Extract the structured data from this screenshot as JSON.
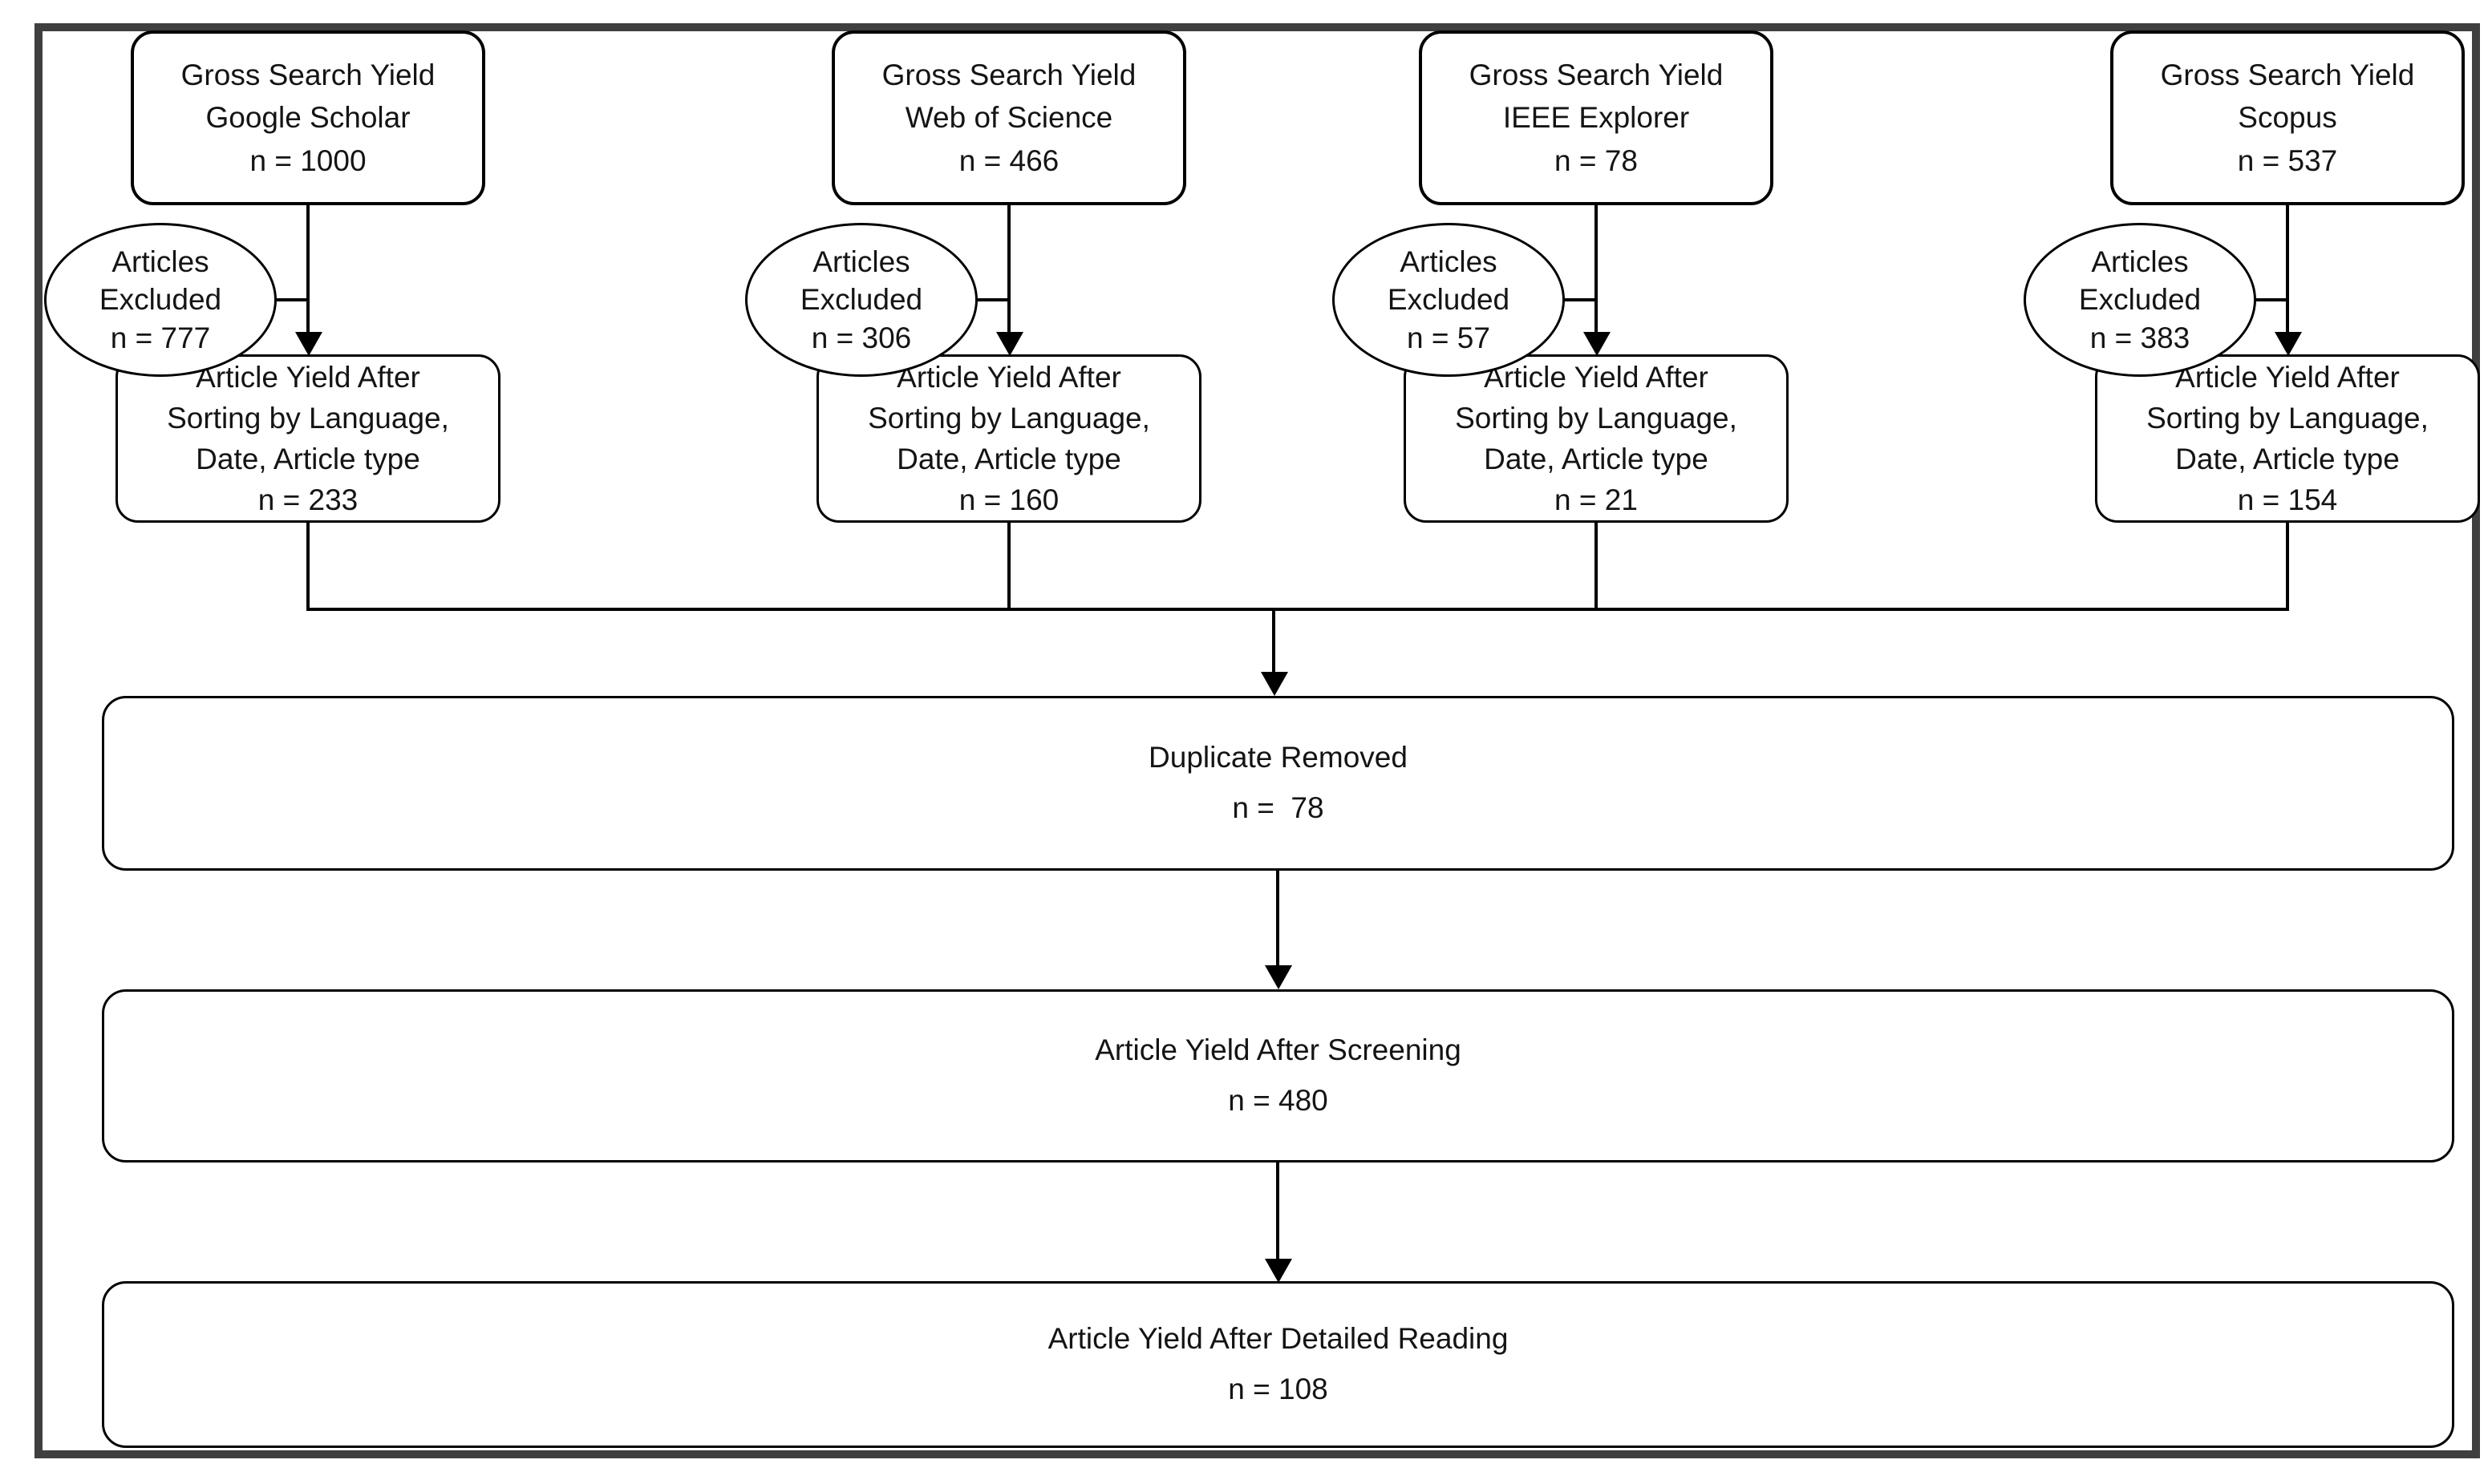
{
  "flow": {
    "columns": [
      {
        "top": {
          "line1": "Gross Search Yield",
          "line2": "Google Scholar",
          "n": "n = 1000"
        },
        "excluded": {
          "line1": "Articles",
          "line2": "Excluded",
          "n": "n = 777"
        },
        "after_sort": {
          "line1": "Article Yield After",
          "line2": "Sorting by Language,",
          "line3": "Date, Article type",
          "n": "n = 233"
        }
      },
      {
        "top": {
          "line1": "Gross Search Yield",
          "line2": "Web of Science",
          "n": "n = 466"
        },
        "excluded": {
          "line1": "Articles",
          "line2": "Excluded",
          "n": "n = 306"
        },
        "after_sort": {
          "line1": "Article Yield After",
          "line2": "Sorting by Language,",
          "line3": "Date, Article type",
          "n": "n = 160"
        }
      },
      {
        "top": {
          "line1": "Gross Search Yield",
          "line2": "IEEE Explorer",
          "n": "n = 78"
        },
        "excluded": {
          "line1": "Articles",
          "line2": "Excluded",
          "n": "n = 57"
        },
        "after_sort": {
          "line1": "Article Yield After",
          "line2": "Sorting by Language,",
          "line3": "Date, Article type",
          "n": "n = 21"
        }
      },
      {
        "top": {
          "line1": "Gross Search Yield",
          "line2": "Scopus",
          "n": "n = 537"
        },
        "excluded": {
          "line1": "Articles",
          "line2": "Excluded",
          "n": "n = 383"
        },
        "after_sort": {
          "line1": "Article Yield After",
          "line2": "Sorting by Language,",
          "line3": "Date, Article type",
          "n": "n = 154"
        }
      }
    ],
    "duplicate_removed": {
      "line1": "Duplicate Removed",
      "n": "n =  78"
    },
    "after_screening": {
      "line1": "Article Yield After Screening",
      "n": "n = 480"
    },
    "after_detailed": {
      "line1": "Article Yield After Detailed Reading",
      "n": "n = 108"
    }
  },
  "colors": {
    "frame": "#3f3f3f",
    "stroke": "#000000",
    "background": "#ffffff",
    "text": "#141414"
  }
}
